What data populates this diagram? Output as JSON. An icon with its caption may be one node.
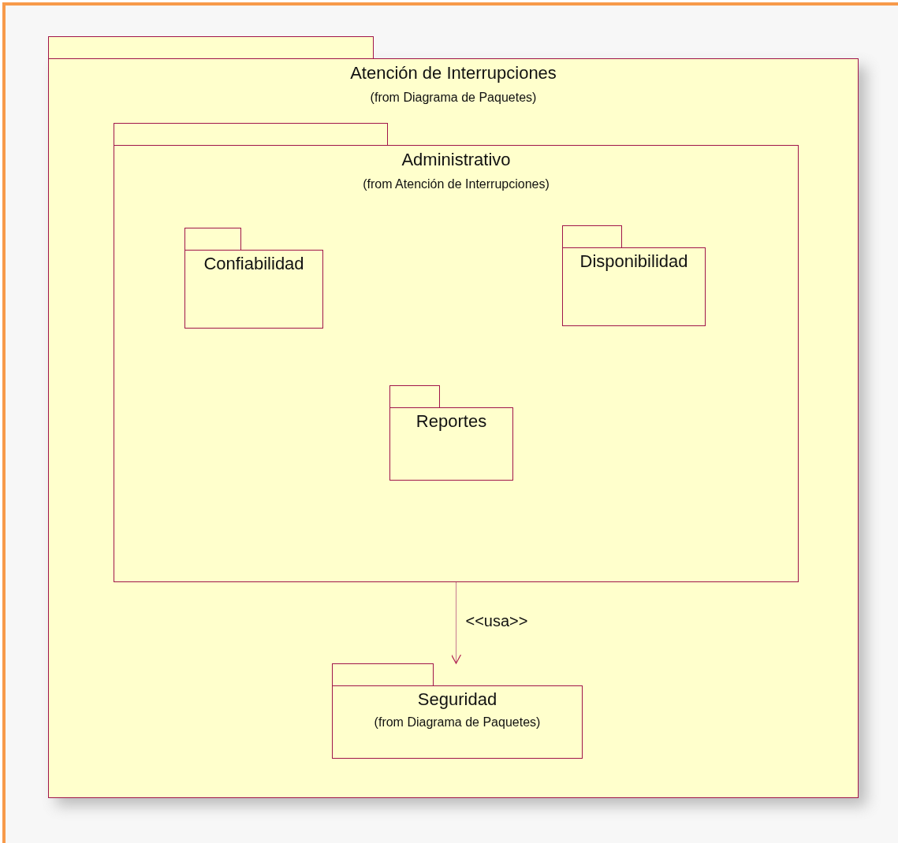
{
  "diagram": {
    "nodes": [
      {
        "text": [
          "Atención de Interrupciones",
          "(from Diagrama de Paquetes)"
        ]
      },
      {
        "text": [
          "Administrativo",
          "(from Atención de Interrupciones)"
        ],
        "in": 0
      },
      {
        "text": [
          "Confiabilidad"
        ],
        "in": 1
      },
      {
        "text": [
          "Disponibilidad"
        ],
        "in": 1
      },
      {
        "text": [
          "Reportes"
        ],
        "in": 1
      },
      {
        "text": [
          "Seguridad",
          "(from Diagrama de Paquetes)"
        ],
        "in": 0
      }
    ],
    "edges": [
      {
        "from": 1,
        "to": 5,
        "arrow": "to",
        "label": "<<usa>>"
      }
    ]
  }
}
